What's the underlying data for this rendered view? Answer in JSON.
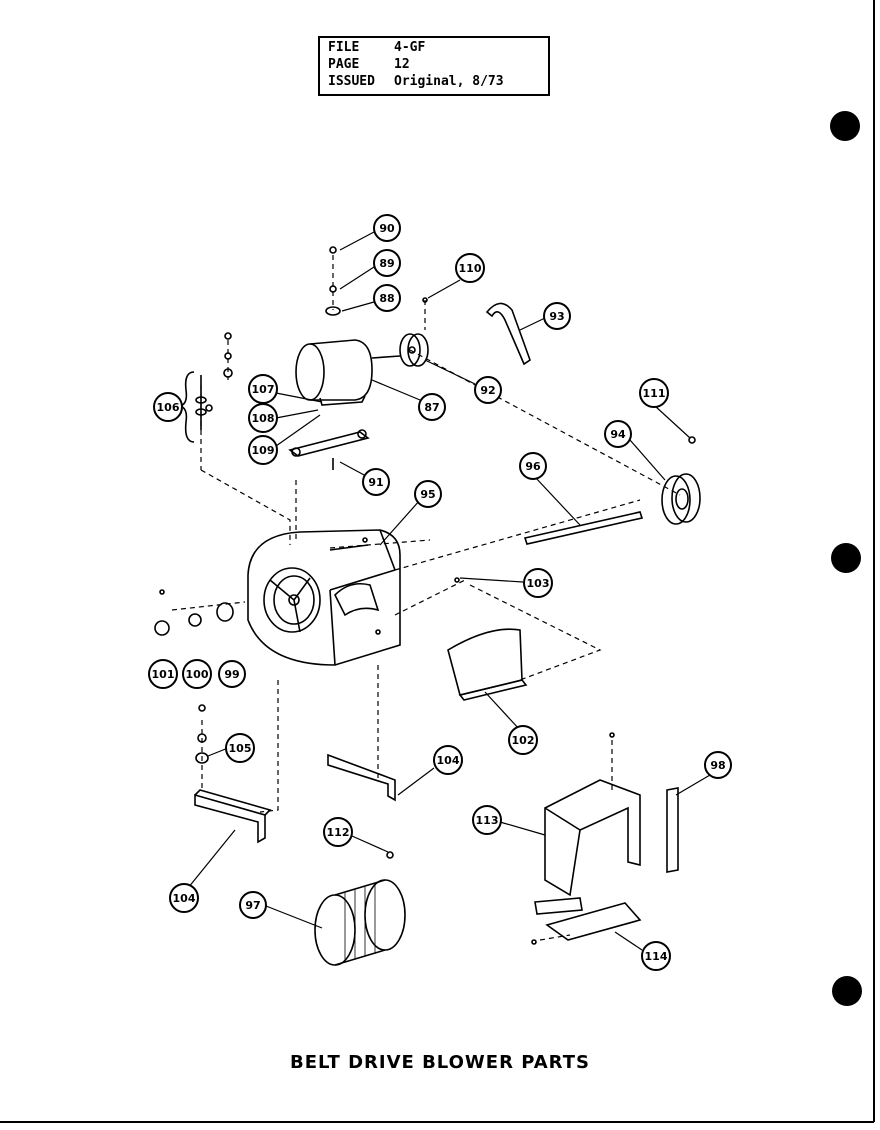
{
  "header": {
    "file_label": "FILE",
    "file_value": "4-GF",
    "page_label": "PAGE",
    "page_value": "12",
    "issued_label": "ISSUED",
    "issued_value": "Original, 8/73"
  },
  "title": "BELT DRIVE BLOWER PARTS",
  "callouts": [
    "90",
    "89",
    "88",
    "110",
    "93",
    "87",
    "92",
    "107",
    "108",
    "109",
    "106",
    "91",
    "111",
    "94",
    "96",
    "95",
    "103",
    "101",
    "100",
    "99",
    "102",
    "105",
    "104",
    "104",
    "98",
    "113",
    "112",
    "97",
    "114"
  ],
  "colors": {
    "ink": "#000000",
    "paper": "#ffffff"
  }
}
